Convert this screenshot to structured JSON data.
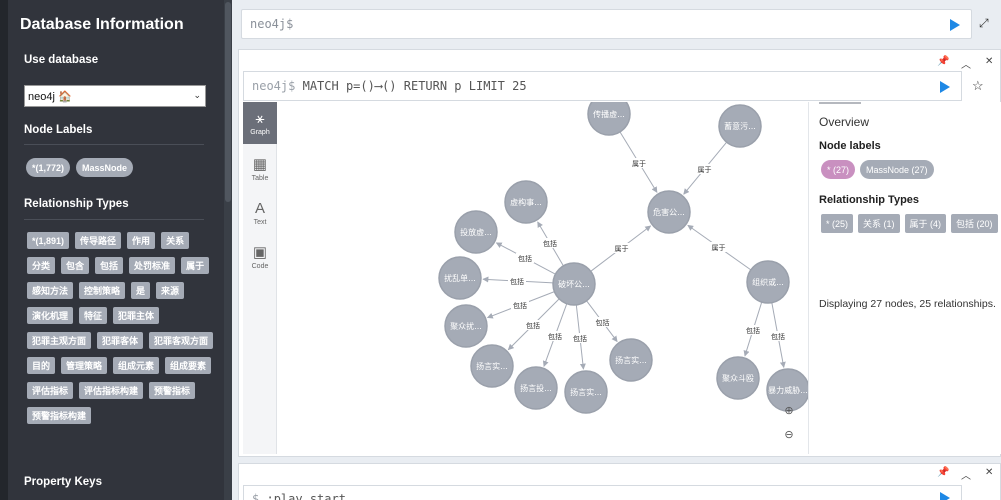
{
  "sidebar": {
    "title": "Database Information",
    "use_database": "Use database",
    "db_selected": "neo4j 🏠",
    "node_labels_title": "Node Labels",
    "node_labels": [
      "*(1,772)",
      "MassNode"
    ],
    "rel_types_title": "Relationship Types",
    "rel_types": [
      "*(1,891)",
      "传导路径",
      "作用",
      "关系",
      "分类",
      "包含",
      "包括",
      "处罚标准",
      "属于",
      "感知方法",
      "控制策略",
      "是",
      "来源",
      "演化机理",
      "特征",
      "犯罪主体",
      "犯罪主观方面",
      "犯罪客体",
      "犯罪客观方面",
      "目的",
      "管理策略",
      "组成元素",
      "组成要素",
      "评估指标",
      "评估指标构建",
      "预警指标",
      "预警指标构建"
    ],
    "property_keys_title": "Property Keys"
  },
  "top_editor": {
    "prompt": "neo4j$"
  },
  "frame": {
    "prompt": "neo4j$",
    "query": "MATCH p=()⟶() RETURN p LIMIT 25",
    "views": [
      {
        "label": "Graph",
        "icon": "graph-icon"
      },
      {
        "label": "Table",
        "icon": "table-icon"
      },
      {
        "label": "Text",
        "icon": "text-icon"
      },
      {
        "label": "Code",
        "icon": "code-icon"
      }
    ],
    "graph": {
      "nodes": [
        {
          "id": "n1",
          "label": "传播虚..."
        },
        {
          "id": "n2",
          "label": "蓄意污..."
        },
        {
          "id": "n3",
          "label": "危害公..."
        },
        {
          "id": "n4",
          "label": "虚构事..."
        },
        {
          "id": "n5",
          "label": "投放虚..."
        },
        {
          "id": "n6",
          "label": "扰乱单..."
        },
        {
          "id": "n7",
          "label": "破坏公..."
        },
        {
          "id": "n8",
          "label": "聚众扰..."
        },
        {
          "id": "n9",
          "label": "扬言实..."
        },
        {
          "id": "n10",
          "label": "扬言投..."
        },
        {
          "id": "n11",
          "label": "扬言实..."
        },
        {
          "id": "n12",
          "label": "扬言实..."
        },
        {
          "id": "n13",
          "label": "组织或..."
        },
        {
          "id": "n14",
          "label": "聚众斗殴"
        },
        {
          "id": "n15",
          "label": "暴力威胁..."
        }
      ],
      "edges": [
        {
          "from": "n1",
          "to": "n3",
          "label": "属于"
        },
        {
          "from": "n2",
          "to": "n3",
          "label": "属于"
        },
        {
          "from": "n7",
          "to": "n3",
          "label": "属于"
        },
        {
          "from": "n13",
          "to": "n3",
          "label": "属于"
        },
        {
          "from": "n7",
          "to": "n4",
          "label": "包括"
        },
        {
          "from": "n7",
          "to": "n5",
          "label": "包括"
        },
        {
          "from": "n7",
          "to": "n6",
          "label": "包括"
        },
        {
          "from": "n7",
          "to": "n8",
          "label": "包括"
        },
        {
          "from": "n7",
          "to": "n9",
          "label": "包括"
        },
        {
          "from": "n7",
          "to": "n10",
          "label": "包括"
        },
        {
          "from": "n7",
          "to": "n11",
          "label": "包括"
        },
        {
          "from": "n7",
          "to": "n12",
          "label": "包括"
        },
        {
          "from": "n13",
          "to": "n14",
          "label": "包括"
        },
        {
          "from": "n13",
          "to": "n15",
          "label": "包括"
        },
        {
          "from": "n2",
          "to": "n2",
          "label": "包括"
        }
      ]
    },
    "overview": {
      "title": "Overview",
      "node_labels_title": "Node labels",
      "node_labels": [
        {
          "text": "* (27)",
          "color": "#c990c0"
        },
        {
          "text": "MassNode (27)",
          "color": "#a5abb6"
        }
      ],
      "rel_types_title": "Relationship Types",
      "rel_types": [
        "* (25)",
        "关系 (1)",
        "属于 (4)",
        "包括 (20)"
      ],
      "displaying": "Displaying 27 nodes, 25 relationships."
    }
  },
  "bottom_editor": {
    "prompt": "$",
    "query": ":play start"
  },
  "colors": {
    "sidebar_bg": "#31343c",
    "node_fill": "#a5abb6",
    "play_blue": "#1e88e5"
  }
}
